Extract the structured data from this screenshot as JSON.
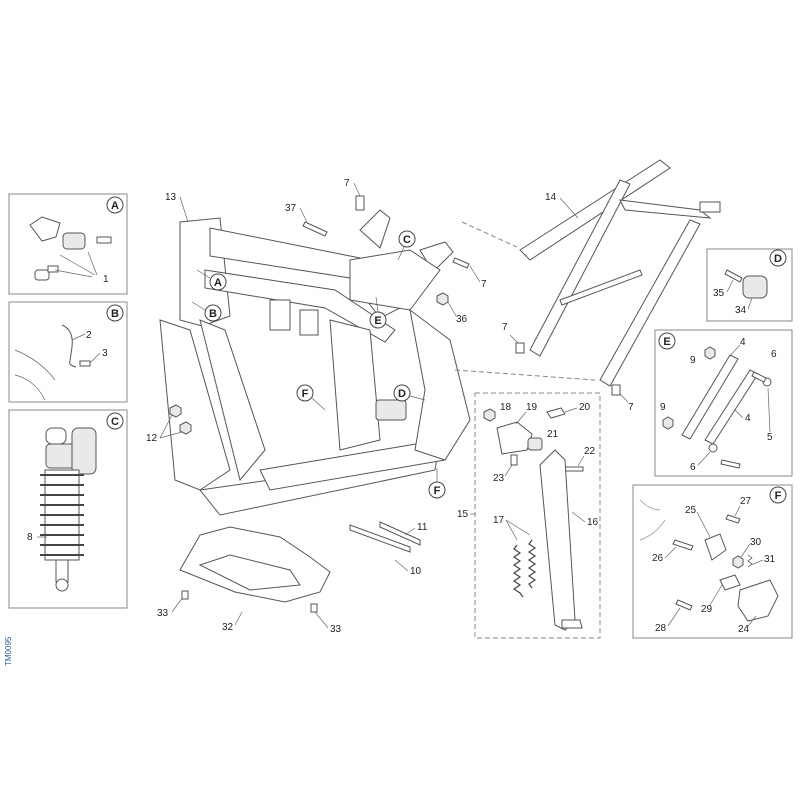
{
  "side_code": "TM0095",
  "callouts": {
    "A": "A",
    "B": "B",
    "C": "C",
    "D": "D",
    "E": "E",
    "F": "F"
  },
  "parts": {
    "p1": "1",
    "p2": "2",
    "p3": "3",
    "p4": "4",
    "p5": "5",
    "p6": "6",
    "p7": "7",
    "p8": "8",
    "p9": "9",
    "p10": "10",
    "p11": "11",
    "p12": "12",
    "p13": "13",
    "p14": "14",
    "p15": "15",
    "p16": "16",
    "p17": "17",
    "p18": "18",
    "p19": "19",
    "p20": "20",
    "p21": "21",
    "p22": "22",
    "p23": "23",
    "p24": "24",
    "p25": "25",
    "p26": "26",
    "p27": "27",
    "p28": "28",
    "p29": "29",
    "p30": "30",
    "p31": "31",
    "p32": "32",
    "p33": "33",
    "p34": "34",
    "p35": "35",
    "p36": "36",
    "p37": "37"
  }
}
